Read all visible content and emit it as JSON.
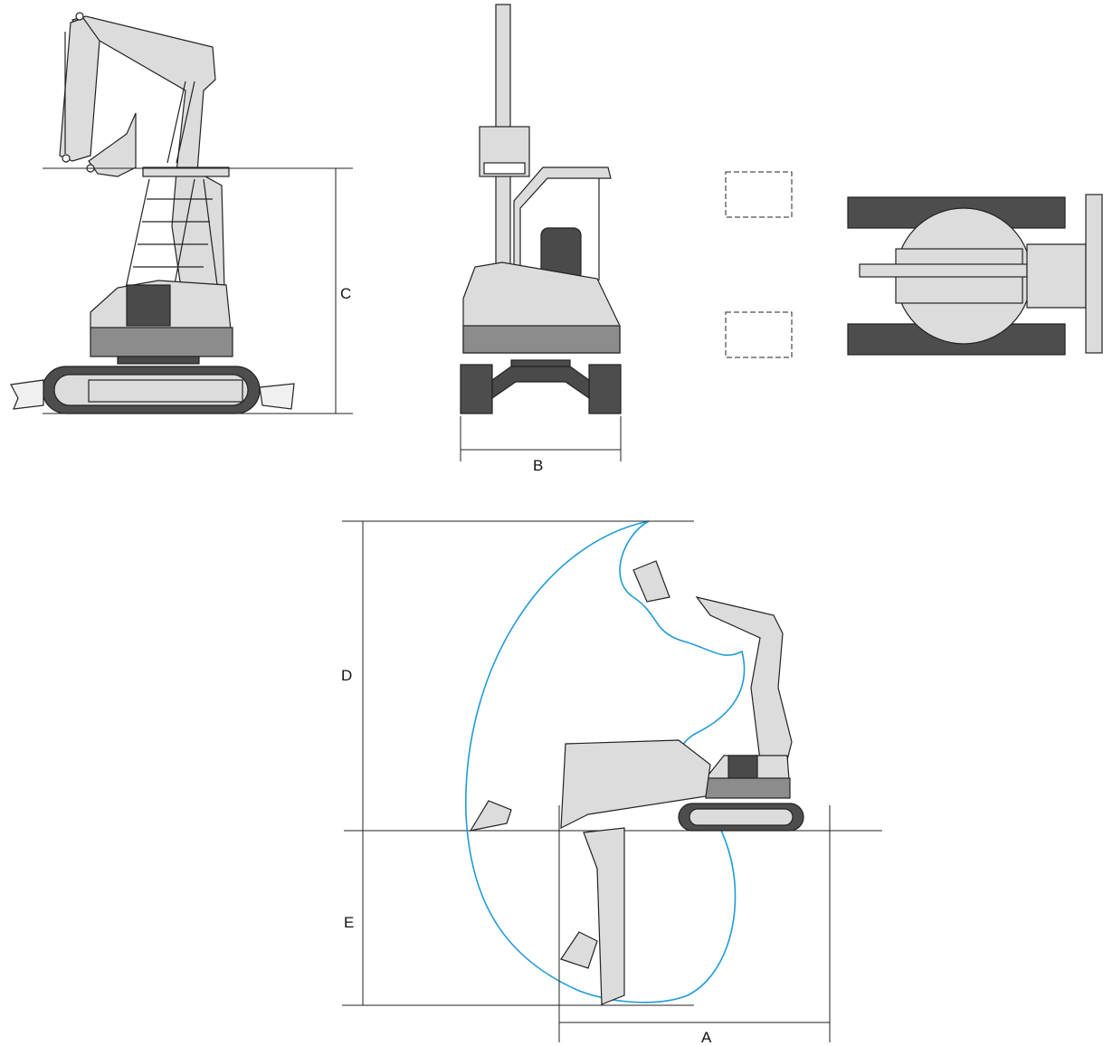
{
  "dimension_labels": {
    "height": "C",
    "track_width": "B",
    "max_reach_height": "D",
    "max_dig_depth": "E",
    "reach": "A"
  },
  "colors": {
    "machine_light": "#dcdcdc",
    "machine_mid": "#8c8c8c",
    "machine_dark": "#4a4a4a",
    "track": "#4d4d4d",
    "outline": "#222222",
    "reach_curve": "#1e9bd7",
    "dimension_line": "#222222"
  }
}
